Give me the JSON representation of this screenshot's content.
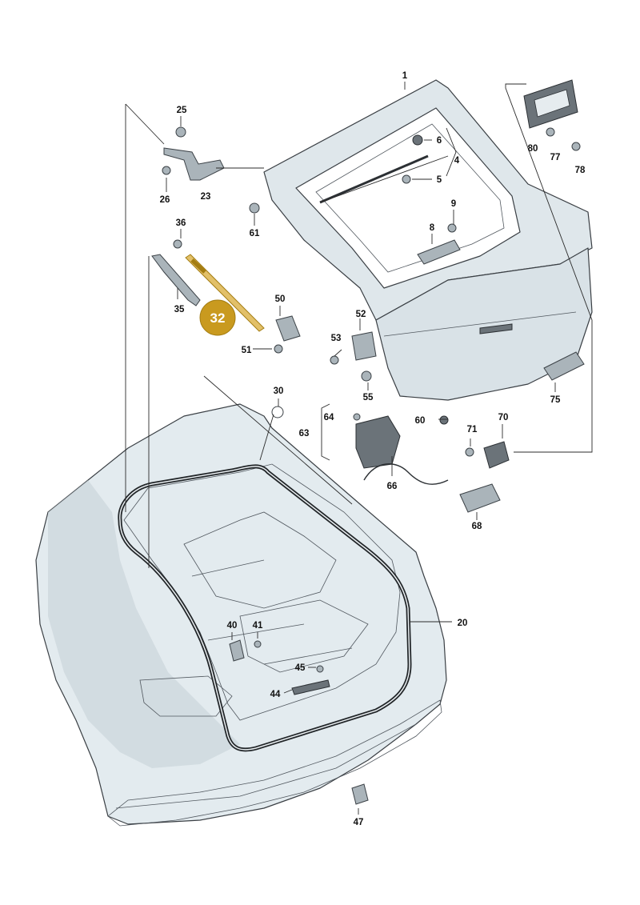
{
  "diagram": {
    "highlight": {
      "label": "32",
      "color": "#c99a1f"
    },
    "colors": {
      "body_fill": "#e3ebef",
      "body_shadow": "#c4d0d6",
      "panel_fill": "#dfe7eb",
      "seal": "#222629",
      "highlight_part": "#e2c069"
    },
    "callouts": [
      {
        "id": "1",
        "label": "1"
      },
      {
        "id": "4",
        "label": "4"
      },
      {
        "id": "5",
        "label": "5"
      },
      {
        "id": "6",
        "label": "6"
      },
      {
        "id": "8",
        "label": "8"
      },
      {
        "id": "9",
        "label": "9"
      },
      {
        "id": "20",
        "label": "20"
      },
      {
        "id": "23",
        "label": "23"
      },
      {
        "id": "25",
        "label": "25"
      },
      {
        "id": "26",
        "label": "26"
      },
      {
        "id": "30",
        "label": "30"
      },
      {
        "id": "35",
        "label": "35"
      },
      {
        "id": "36",
        "label": "36"
      },
      {
        "id": "40",
        "label": "40"
      },
      {
        "id": "41",
        "label": "41"
      },
      {
        "id": "44",
        "label": "44"
      },
      {
        "id": "45",
        "label": "45"
      },
      {
        "id": "47",
        "label": "47"
      },
      {
        "id": "50",
        "label": "50"
      },
      {
        "id": "51",
        "label": "51"
      },
      {
        "id": "52",
        "label": "52"
      },
      {
        "id": "53",
        "label": "53"
      },
      {
        "id": "55",
        "label": "55"
      },
      {
        "id": "60",
        "label": "60"
      },
      {
        "id": "61",
        "label": "61"
      },
      {
        "id": "63",
        "label": "63"
      },
      {
        "id": "64",
        "label": "64"
      },
      {
        "id": "66",
        "label": "66"
      },
      {
        "id": "68",
        "label": "68"
      },
      {
        "id": "70",
        "label": "70"
      },
      {
        "id": "71",
        "label": "71"
      },
      {
        "id": "75",
        "label": "75"
      },
      {
        "id": "77",
        "label": "77"
      },
      {
        "id": "78",
        "label": "78"
      },
      {
        "id": "80",
        "label": "80"
      }
    ]
  }
}
